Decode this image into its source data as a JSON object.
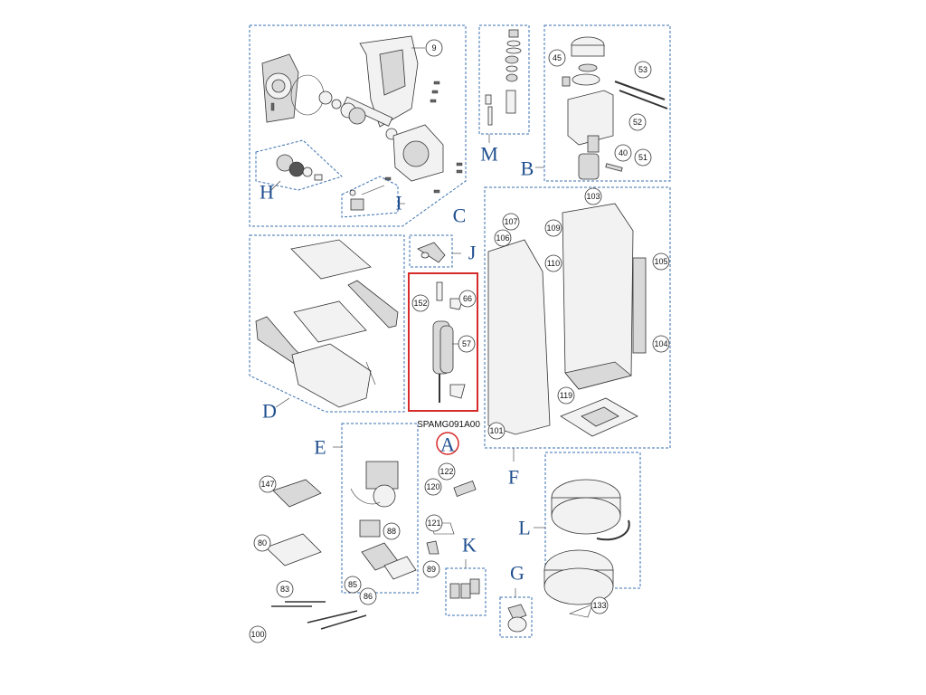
{
  "selected_group": "A",
  "groups": [
    {
      "id": "A",
      "label": "A",
      "code": "SPAMG091A00",
      "selected": true
    },
    {
      "id": "B",
      "label": "B"
    },
    {
      "id": "C",
      "label": "C"
    },
    {
      "id": "D",
      "label": "D"
    },
    {
      "id": "E",
      "label": "E"
    },
    {
      "id": "F",
      "label": "F"
    },
    {
      "id": "G",
      "label": "G"
    },
    {
      "id": "H",
      "label": "H"
    },
    {
      "id": "I",
      "label": "I"
    },
    {
      "id": "J",
      "label": "J"
    },
    {
      "id": "K",
      "label": "K"
    },
    {
      "id": "L",
      "label": "L"
    },
    {
      "id": "M",
      "label": "M"
    }
  ],
  "callouts": [
    "9",
    "45",
    "53",
    "52",
    "40",
    "51",
    "103",
    "107",
    "109",
    "106",
    "110",
    "105",
    "152",
    "66",
    "57",
    "104",
    "119",
    "101",
    "122",
    "120",
    "121",
    "89",
    "147",
    "88",
    "80",
    "83",
    "85",
    "86",
    "100",
    "133"
  ],
  "colors": {
    "group_border": "#3a6fb0",
    "selected_border": "#d62b2b",
    "group_label": "#1f4f8f"
  }
}
